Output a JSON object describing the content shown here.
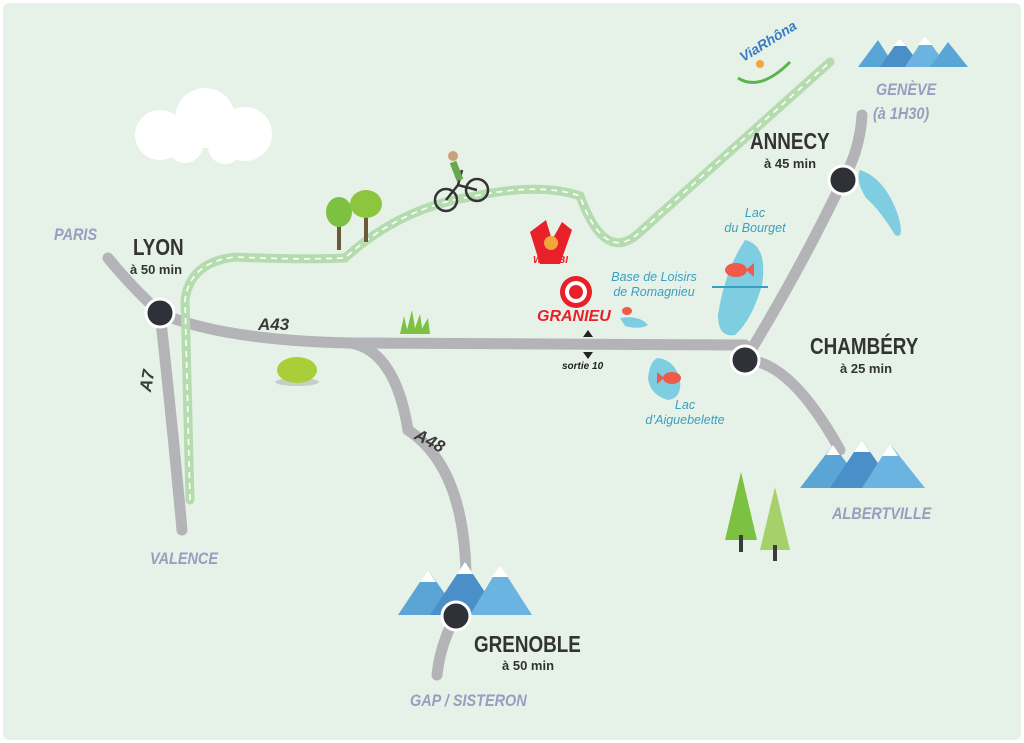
{
  "map": {
    "brand": {
      "name": "GRANIEU",
      "logo_icon": "target-icon",
      "color": "#e8202a"
    },
    "cities": {
      "lyon": {
        "name": "LYON",
        "time": "à 50 min"
      },
      "annecy": {
        "name": "ANNECY",
        "time": "à 45 min"
      },
      "chambery": {
        "name": "CHAMBÉRY",
        "time": "à 25 min"
      },
      "grenoble": {
        "name": "GRENOBLE",
        "time": "à 50 min"
      }
    },
    "destinations": {
      "paris": "PARIS",
      "valence": "VALENCE",
      "geneve": "GENÈVE",
      "geneve_time": "(à 1H30)",
      "albertville": "ALBERTVILLE",
      "gap": "GAP / SISTERON"
    },
    "roads": {
      "a43": "A43",
      "a7": "A7",
      "a48": "A48"
    },
    "exit": "sortie 10",
    "lakes": {
      "bourget_line1": "Lac",
      "bourget_line2": "du Bourget",
      "aiguebelette_line1": "Lac",
      "aiguebelette_line2": "d’Aiguebelette"
    },
    "leisure": {
      "line1": "Base de Loisirs",
      "line2": "de Romagnieu"
    },
    "walibi": "WALIBI",
    "viarhona": "ViaRhôna",
    "colors": {
      "background": "#e6f2e7",
      "road": "#b3b3b8",
      "node": "#2f3038",
      "bike_path": "#b4dcae",
      "lake": "#7fcde0",
      "mountain": "#5aa4d6",
      "tree": "#7cc142",
      "city_text": "#333333",
      "destination_text": "#9a9cc0",
      "lake_text": "#3a9fc0"
    },
    "icons": [
      "cloud-icon",
      "cyclist-icon",
      "tree-icon",
      "mountain-icon",
      "fish-icon",
      "grass-icon",
      "bush-icon",
      "walibi-logo-icon",
      "viarhona-logo-icon"
    ]
  }
}
